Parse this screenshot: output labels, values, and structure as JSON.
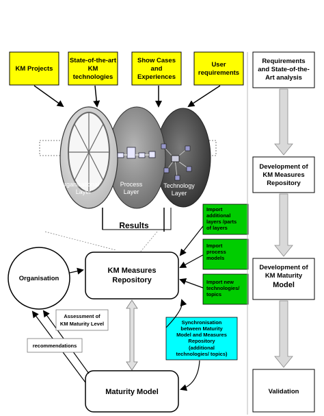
{
  "inputs": {
    "km_projects": "KM Projects",
    "state_art": [
      "State-of-the-art",
      "KM",
      "technologies"
    ],
    "show_cases": [
      "Show Cases",
      "and",
      "Experiences"
    ],
    "user_req": [
      "User",
      "requirements"
    ]
  },
  "layers": {
    "org": [
      "Organisational",
      "Layer"
    ],
    "process": [
      "Process",
      "Layer"
    ],
    "tech": [
      "Technology",
      "Layer"
    ]
  },
  "results": "Results",
  "repository": [
    "KM Measures",
    "Repository"
  ],
  "maturity_model": "Maturity Model",
  "organisation": "Organisation",
  "assessment": [
    "Assessment of",
    "KM Maturity Level"
  ],
  "recommendations": "recommendations",
  "imports": {
    "import1": [
      "Import",
      "additional",
      "layers /parts",
      "of layers"
    ],
    "import2": [
      "Import",
      "process",
      "models"
    ],
    "import3": [
      "Import new",
      "technologies/",
      "topics"
    ]
  },
  "sync": [
    "Synchronisation",
    "between Maturity",
    "Model and Measures",
    "Repository",
    "(additional",
    "technologies/ topics)"
  ],
  "process_steps": {
    "step1": [
      "Requirements",
      "and State-of-the-",
      "Art analysis"
    ],
    "step2": [
      "Development of",
      "KM Measures",
      "Repository"
    ],
    "step3": [
      "Development of",
      "KM Maturity",
      "Model"
    ],
    "step4": "Validation"
  },
  "colors": {
    "yellow": "#ffff00",
    "green": "#00cc00",
    "cyan": "#00ffff",
    "gray_arrow": "#d9d9d9"
  }
}
